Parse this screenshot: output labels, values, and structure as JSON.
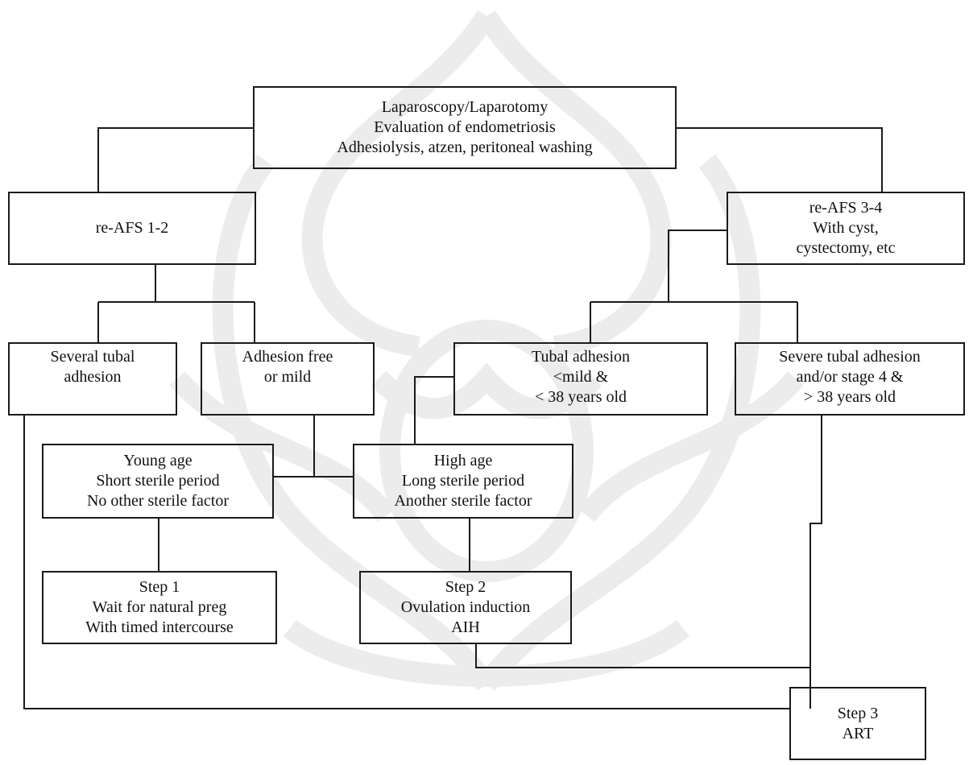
{
  "colors": {
    "line": "#1a1a1a",
    "text": "#111111",
    "watermark": "#e8e8e8"
  },
  "nodes": {
    "laparoscopy": {
      "lines": [
        "Laparoscopy/Laparotomy",
        "Evaluation of endometriosis",
        "Adhesiolysis, atzen, peritoneal washing"
      ]
    },
    "afs12": {
      "lines": [
        "re-AFS 1-2"
      ]
    },
    "afs34": {
      "lines": [
        "re-AFS 3-4",
        "With cyst,",
        "cystectomy, etc"
      ]
    },
    "several_tubal": {
      "lines": [
        "Several tubal",
        "adhesion"
      ]
    },
    "adhesion_free": {
      "lines": [
        "Adhesion free",
        "or mild"
      ]
    },
    "tubal_mild": {
      "lines": [
        "Tubal adhesion",
        "<mild &",
        "< 38 years old"
      ]
    },
    "severe_tubal": {
      "lines": [
        "Severe tubal adhesion",
        "and/or stage 4 &",
        "> 38 years old"
      ]
    },
    "young_age": {
      "lines": [
        "Young age",
        "Short sterile period",
        "No other sterile factor"
      ]
    },
    "high_age": {
      "lines": [
        "High age",
        "Long sterile period",
        "Another sterile factor"
      ]
    },
    "step1": {
      "lines": [
        "Step 1",
        "Wait for natural preg",
        "With timed intercourse"
      ]
    },
    "step2": {
      "lines": [
        "Step 2",
        "Ovulation induction",
        "AIH"
      ]
    },
    "step3": {
      "lines": [
        "Step 3",
        "ART"
      ]
    }
  }
}
